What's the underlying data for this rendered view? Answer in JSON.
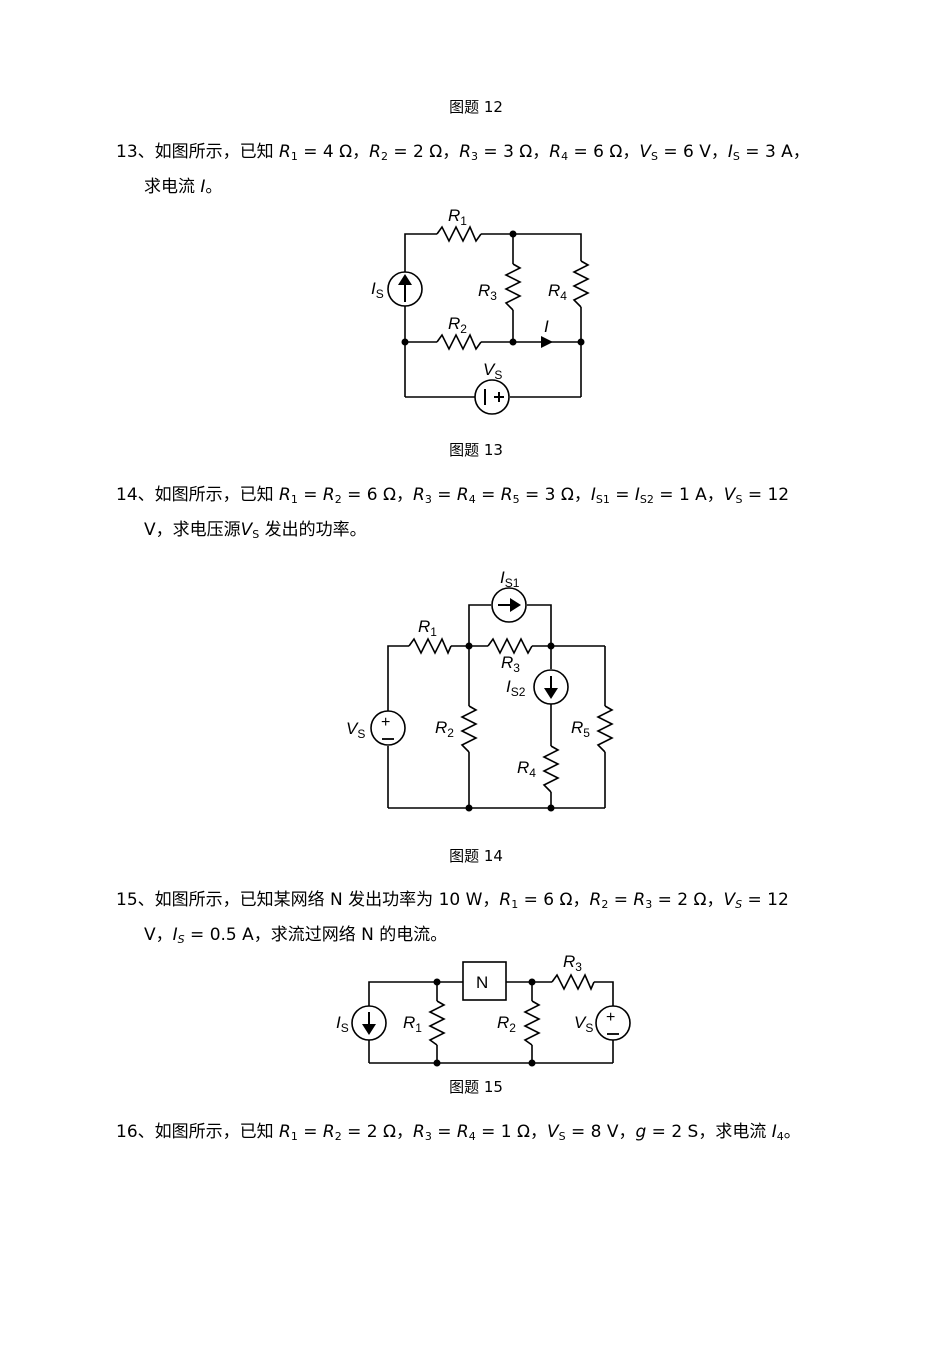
{
  "captions": {
    "c12": "图题 12",
    "c13": "图题 13",
    "c14": "图题 14",
    "c15": "图题 15"
  },
  "q13": {
    "num": "13、",
    "intro": "如图所示，已知",
    "i1": "，",
    "i2": "，",
    "i3": "，",
    "i4": "，",
    "i5": "，",
    "r1v": " = 4 Ω",
    "r2v": " = 2 Ω",
    "r3v": " = 3 Ω",
    "r4v": " = 6 Ω",
    "vsv": " = 6 V",
    "isv": " = 3 A，",
    "ask": "求电流",
    "end": "。"
  },
  "q14": {
    "num": "14、",
    "intro": "如图所示，已知",
    "a": " = ",
    "b": " = 6 Ω，",
    "c": " = ",
    "d": " = ",
    "e": " = 3 Ω，",
    "f": " = ",
    "g": " = 1 A，",
    "h": " = 12",
    "l2a": "V，求电压源",
    "l2b": "发出的功率。"
  },
  "q15": {
    "num": "15、",
    "intro": "如图所示，已知某网络 N 发出功率为 10 W，",
    "a": " = 6 Ω，",
    "b": " = ",
    "c": " = 2 Ω，",
    "d": " = 12",
    "l2a": "V，",
    "l2b": " = 0.5 A，求流过网络 N 的电流。"
  },
  "q16": {
    "num": "16、",
    "intro": "如图所示，已知",
    "a": " = ",
    "b": " = 2 Ω，",
    "c": " = ",
    "d": " = 1 Ω，",
    "e": " = 8 V，",
    "f": " = 2 S，求电流",
    "end": "。"
  },
  "sym": {
    "R": "R",
    "V": "V",
    "I": "I",
    "g": "g",
    "s1": "1",
    "s2": "2",
    "s3": "3",
    "s4": "4",
    "s5": "5",
    "S": "S",
    "S1": "S1",
    "S2": "S2",
    "N": "N"
  },
  "fig13": {
    "I": "I",
    "plus": "+",
    "bar": "|"
  },
  "fig14": {
    "plus": "+",
    "minus": "−"
  },
  "fig15": {
    "plus": "+",
    "minus": "−"
  }
}
